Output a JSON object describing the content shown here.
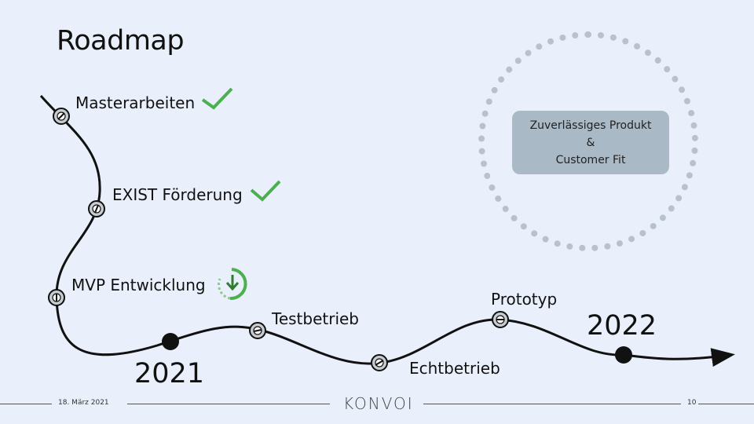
{
  "title": "Roadmap",
  "milestones": {
    "masterarbeiten": "Masterarbeiten",
    "exist": "EXIST Förderung",
    "mvp": "MVP Entwicklung",
    "testbetrieb": "Testbetrieb",
    "echtbetrieb": "Echtbetrieb",
    "prototyp": "Prototyp"
  },
  "years": {
    "y2021": "2021",
    "y2022": "2022"
  },
  "goal": {
    "line1": "Zuverlässiges Produkt",
    "line2": "&",
    "line3": "Customer Fit"
  },
  "footer": {
    "date": "18. März 2021",
    "logo": "KONVOI",
    "page": "10"
  },
  "colors": {
    "background": "#e9f0fb",
    "check": "#4caf50",
    "goal_box": "#a9b9c6",
    "ring": "#b8c2ca"
  }
}
